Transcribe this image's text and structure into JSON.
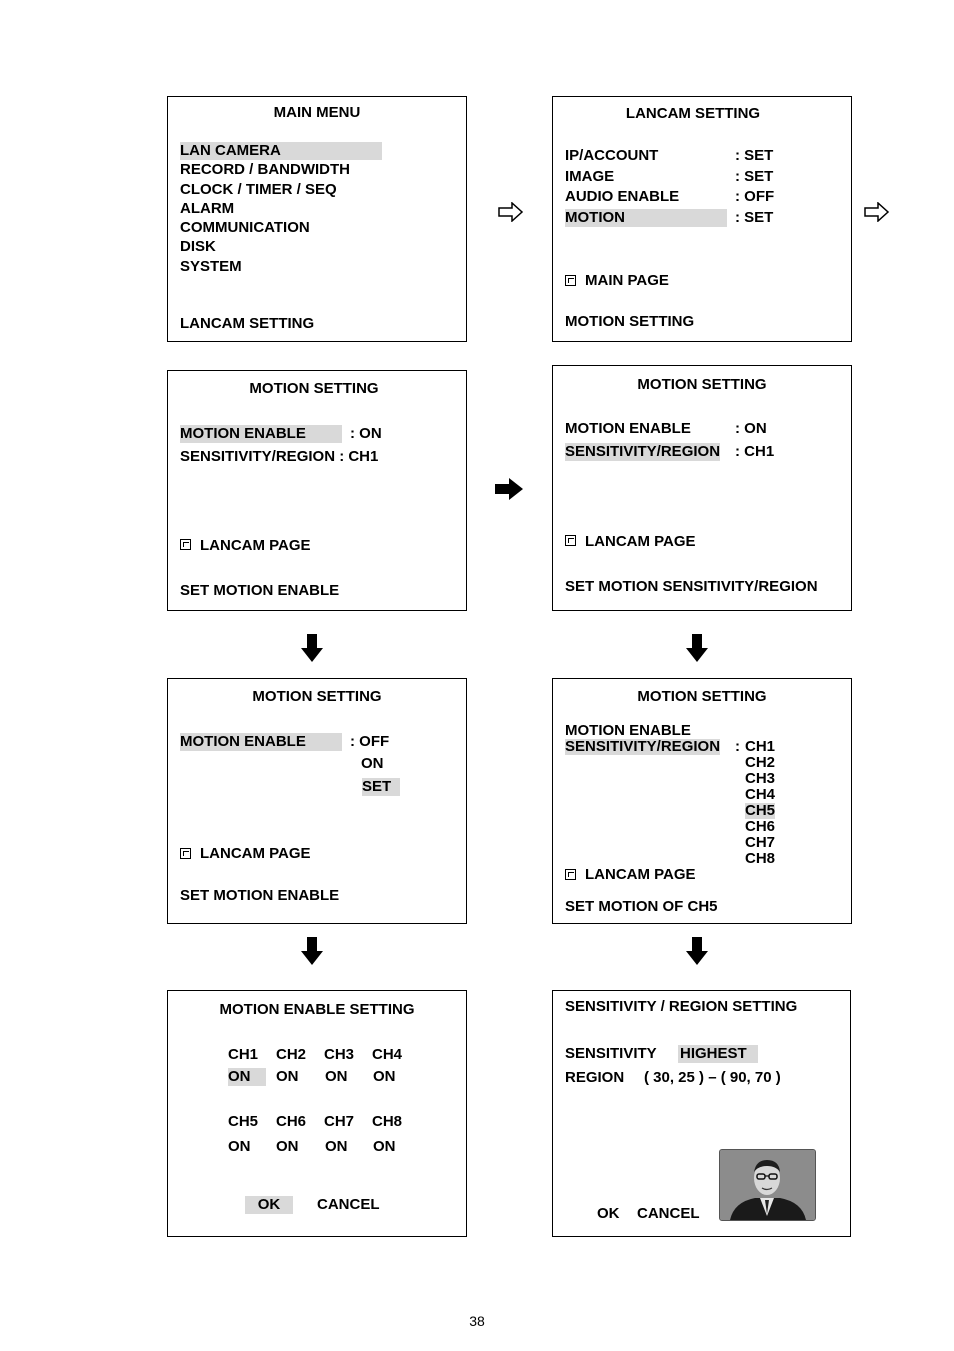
{
  "page_number": "38",
  "panel1": {
    "title": "MAIN MENU",
    "items": [
      "LAN CAMERA",
      "RECORD / BANDWIDTH",
      "CLOCK / TIMER / SEQ",
      "ALARM",
      "COMMUNICATION",
      "DISK",
      "SYSTEM"
    ],
    "footer": "LANCAM SETTING"
  },
  "panel2": {
    "title": "LANCAM SETTING",
    "rows": [
      {
        "label": "IP/ACCOUNT",
        "value": ": SET"
      },
      {
        "label": "IMAGE",
        "value": ": SET"
      },
      {
        "label": "AUDIO ENABLE",
        "value": ": OFF"
      },
      {
        "label": "MOTION",
        "value": ": SET"
      }
    ],
    "nav": "MAIN PAGE",
    "footer": "MOTION SETTING"
  },
  "panel3": {
    "title": "MOTION SETTING",
    "row1_label": "MOTION ENABLE",
    "row1_value": ": ON",
    "row2": "SENSITIVITY/REGION : CH1",
    "nav": "LANCAM PAGE",
    "footer": "SET MOTION ENABLE"
  },
  "panel4": {
    "title": "MOTION SETTING",
    "row1_label": "MOTION ENABLE",
    "row1_value": ": ON",
    "row2_label": "SENSITIVITY/REGION",
    "row2_value": ": CH1",
    "nav": "LANCAM PAGE",
    "footer": "SET MOTION SENSITIVITY/REGION"
  },
  "panel5": {
    "title": "MOTION SETTING",
    "row1_label": "MOTION ENABLE",
    "options": [
      ": OFF",
      "ON",
      "SET"
    ],
    "nav": "LANCAM PAGE",
    "footer": "SET MOTION ENABLE"
  },
  "panel6": {
    "title": "MOTION SETTING",
    "row1_label": "MOTION ENABLE",
    "row2_label": "SENSITIVITY/REGION",
    "colon": ":",
    "channels": [
      "CH1",
      "CH2",
      "CH3",
      "CH4",
      "CH5",
      "CH6",
      "CH7",
      "CH8"
    ],
    "nav": "LANCAM PAGE",
    "footer": "SET MOTION OF CH5"
  },
  "panel7": {
    "title": "MOTION ENABLE SETTING",
    "row1_ch": [
      "CH1",
      "CH2",
      "CH3",
      "CH4"
    ],
    "row1_val": [
      "ON",
      "ON",
      "ON",
      "ON"
    ],
    "row2_ch": [
      "CH5",
      "CH6",
      "CH7",
      "CH8"
    ],
    "row2_val": [
      "ON",
      "ON",
      "ON",
      "ON"
    ],
    "ok": "OK",
    "cancel": "CANCEL"
  },
  "panel8": {
    "title": "SENSITIVITY / REGION SETTING",
    "sens_label": "SENSITIVITY",
    "sens_value": "HIGHEST",
    "region_label": "REGION",
    "region_value": "( 30, 25 ) – ( 90, 70 )",
    "ok": "OK",
    "cancel": "CANCEL"
  }
}
